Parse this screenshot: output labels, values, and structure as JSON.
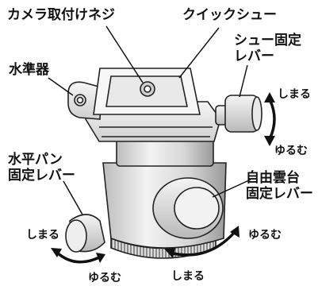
{
  "labels": {
    "camera_screw": "カメラ取付けネジ",
    "quick_shoe": "クイックシュー",
    "shoe_lever_line1": "シュー固定",
    "shoe_lever_line2": "レバー",
    "bubble_level": "水準器",
    "pan_lever_line1": "水平パン",
    "pan_lever_line2": "固定レバー",
    "ball_lever_line1": "自由雲台",
    "ball_lever_line2": "固定レバー"
  },
  "directions": {
    "shoe_tighten": "しまる",
    "shoe_loosen": "ゆるむ",
    "pan_tighten": "しまる",
    "pan_loosen": "ゆるむ",
    "ball_tighten": "しまる",
    "ball_loosen": "ゆるむ"
  },
  "colors": {
    "line": "#111111",
    "arrow": "#111111",
    "body_light": "#f1f1f1",
    "body_mid": "#cfcfcf",
    "body_dark": "#8c8c8c"
  }
}
